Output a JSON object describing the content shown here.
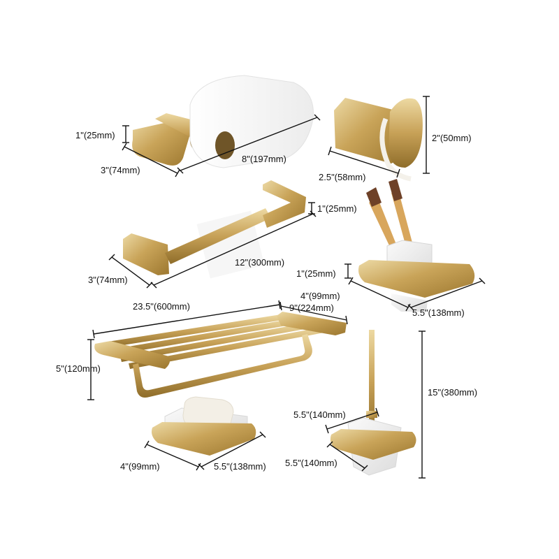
{
  "colors": {
    "gold_light": "#e6cf95",
    "gold_mid": "#c9a459",
    "gold_dark": "#8f6d2a",
    "glass": "#f1f1f1",
    "paper": "#ffffff",
    "dimension_line": "#111111"
  },
  "products": {
    "toilet_paper_holder": {
      "height": "1\"(25mm)",
      "depth": "3\"(74mm)",
      "width": "8\"(197mm)"
    },
    "robe_hook": {
      "height": "2\"(50mm)",
      "depth": "2.5\"(58mm)"
    },
    "towel_bar": {
      "height": "1\"(25mm)",
      "depth": "3\"(74mm)",
      "width": "12\"(300mm)"
    },
    "toothbrush_holder": {
      "height": "1\"(25mm)",
      "depth": "4\"(99mm)",
      "width": "5.5\"(138mm)"
    },
    "towel_rack_shelf": {
      "width": "23.5\"(600mm)",
      "depth": "9\"(224mm)",
      "height": "5\"(120mm)"
    },
    "soap_dish": {
      "depth": "4\"(99mm)",
      "width": "5.5\"(138mm)"
    },
    "toilet_brush_holder": {
      "cup_width": "5.5\"(140mm)",
      "base_depth": "5.5\"(140mm)",
      "height": "15\"(380mm)"
    }
  }
}
